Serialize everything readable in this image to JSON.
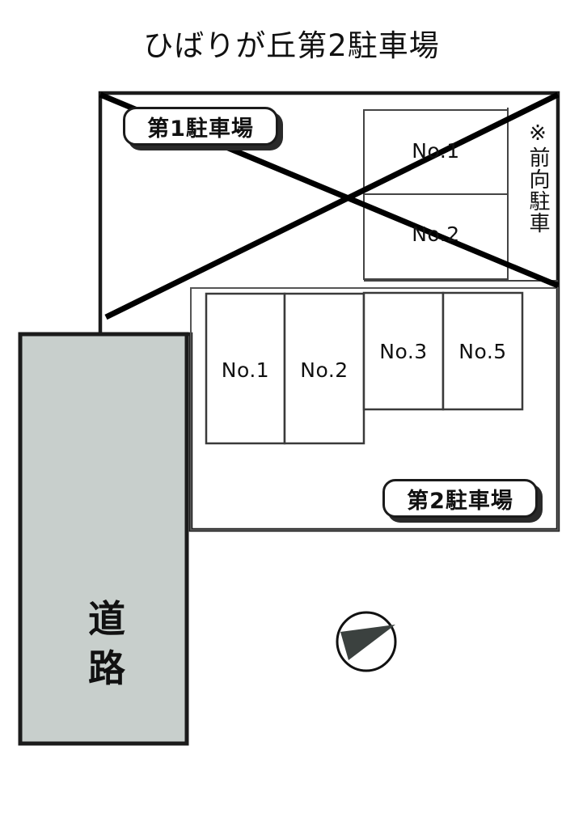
{
  "page": {
    "title": "ひばりが丘第2駐車場",
    "background_color": "#ffffff",
    "line_color": "#1b1b1b",
    "road_fill_color": "#c8cfcc"
  },
  "callouts": {
    "lot1_label": "第1駐車場",
    "lot2_label": "第2駐車場"
  },
  "notes": {
    "front_parking": "※前向駐車"
  },
  "road": {
    "label": "道路"
  },
  "upper_lot": {
    "stalls": [
      {
        "label": "No.1"
      },
      {
        "label": "No.2"
      }
    ]
  },
  "lower_lot": {
    "stalls": [
      {
        "label": "No.1"
      },
      {
        "label": "No.2"
      },
      {
        "label": "No.3"
      },
      {
        "label": "No.5"
      }
    ]
  },
  "compass": {
    "icon": "compass-north-arrow-icon"
  },
  "strikethrough": {
    "icon": "cross-out-x-icon"
  }
}
